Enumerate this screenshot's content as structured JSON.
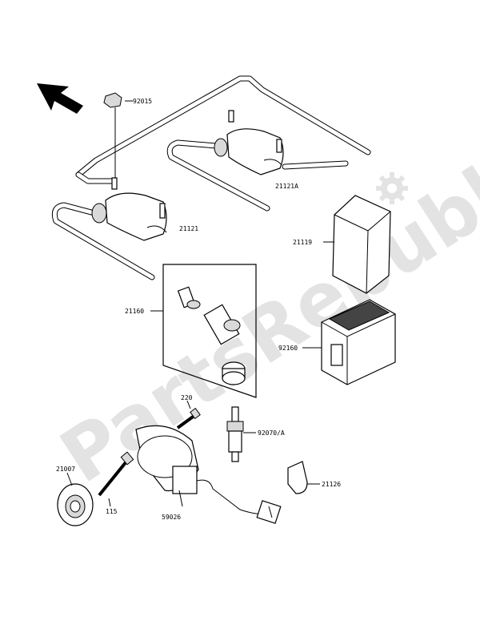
{
  "watermark": {
    "text": "PartsRepublik"
  },
  "parts": [
    {
      "id": "coil-front",
      "label": "21121"
    },
    {
      "id": "coil-rear",
      "label": "21121A"
    },
    {
      "id": "bolt-top",
      "label": "92015"
    },
    {
      "id": "igniter",
      "label": "21119"
    },
    {
      "id": "igniter-case",
      "label": "92160"
    },
    {
      "id": "cap-set",
      "label": "21160"
    },
    {
      "id": "screw",
      "label": "220"
    },
    {
      "id": "spark-plug",
      "label": "92070/A"
    },
    {
      "id": "rotor",
      "label": "21007"
    },
    {
      "id": "rotor-bolt",
      "label": "115"
    },
    {
      "id": "pickup-coil",
      "label": "59026"
    },
    {
      "id": "clamp",
      "label": "21126"
    }
  ],
  "icons": {
    "direction": "arrow-front-icon",
    "gear": "gear-icon"
  }
}
